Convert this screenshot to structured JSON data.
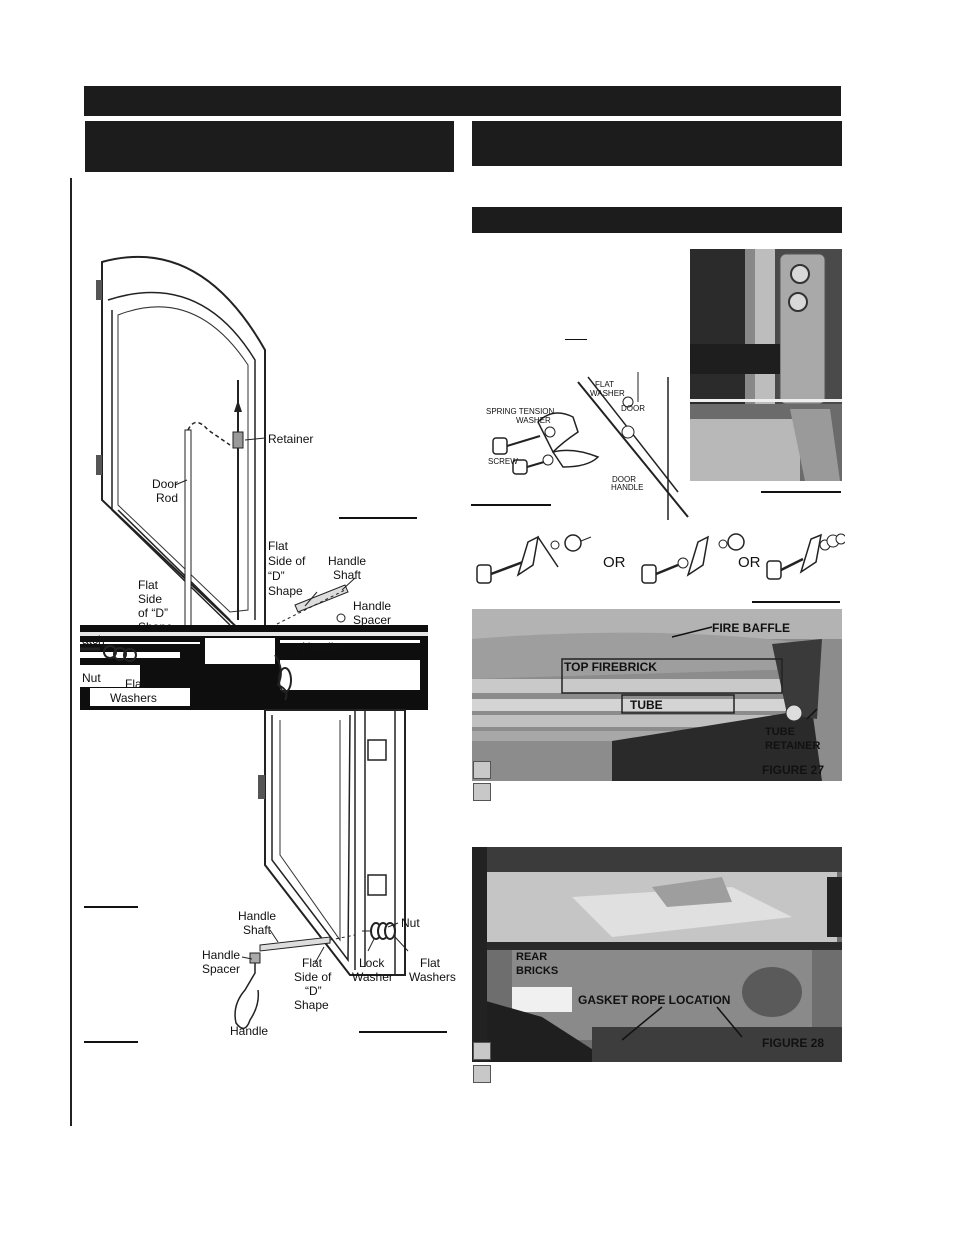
{
  "top_diagram": {
    "retainer": "Retainer",
    "door_rod": [
      "Door",
      "Rod"
    ],
    "flat_side_d_right": [
      "Flat",
      "Side of",
      "“D”",
      "Shape"
    ],
    "handle_shaft": [
      "Handle",
      "Shaft"
    ],
    "flat_side_d_left": [
      "Flat",
      "Side",
      "of “D”",
      "Shape"
    ],
    "handle_spacer": [
      "Handle",
      "Spacer"
    ],
    "latch": "atch",
    "nut": "Nut",
    "flat_washers": [
      "Flat",
      "Washers"
    ],
    "handle": "Handle"
  },
  "bottom_diagram": {
    "handle_shaft": [
      "Handle",
      "Shaft"
    ],
    "handle_spacer": [
      "Handle",
      "Spacer"
    ],
    "flat_side_d": [
      "Flat",
      "Side of",
      "“D”",
      "Shape"
    ],
    "nut": "Nut",
    "lock_washer": [
      "Lock",
      "Washer"
    ],
    "flat_washers": [
      "Flat",
      "Washers"
    ],
    "handle": "Handle"
  },
  "hinge_diagram": {
    "flat_washer": [
      "FLAT",
      "WASHER"
    ],
    "spring_tension_washer": [
      "SPRING TENSION",
      "WASHER"
    ],
    "door": "DOOR",
    "screw": "SCREW",
    "door_handle": [
      "DOOR",
      "HANDLE"
    ]
  },
  "or_labels": [
    "OR",
    "OR"
  ],
  "figure27": {
    "fire_baffle": "FIRE BAFFLE",
    "top_firebrick": "TOP FIREBRICK",
    "tube": "TUBE",
    "tube_retainer": [
      "TUBE",
      "RETAINER"
    ],
    "figure_label": "FIGURE 27"
  },
  "figure28": {
    "rear_bricks": [
      "REAR",
      "BRICKS"
    ],
    "gasket_rope_location": "GASKET ROPE LOCATION",
    "figure_label": "FIGURE 28"
  },
  "colors": {
    "header_bar": "#1c1c1c",
    "photo_dark": "#2a2a2a",
    "photo_mid": "#8a8a8a"
  }
}
